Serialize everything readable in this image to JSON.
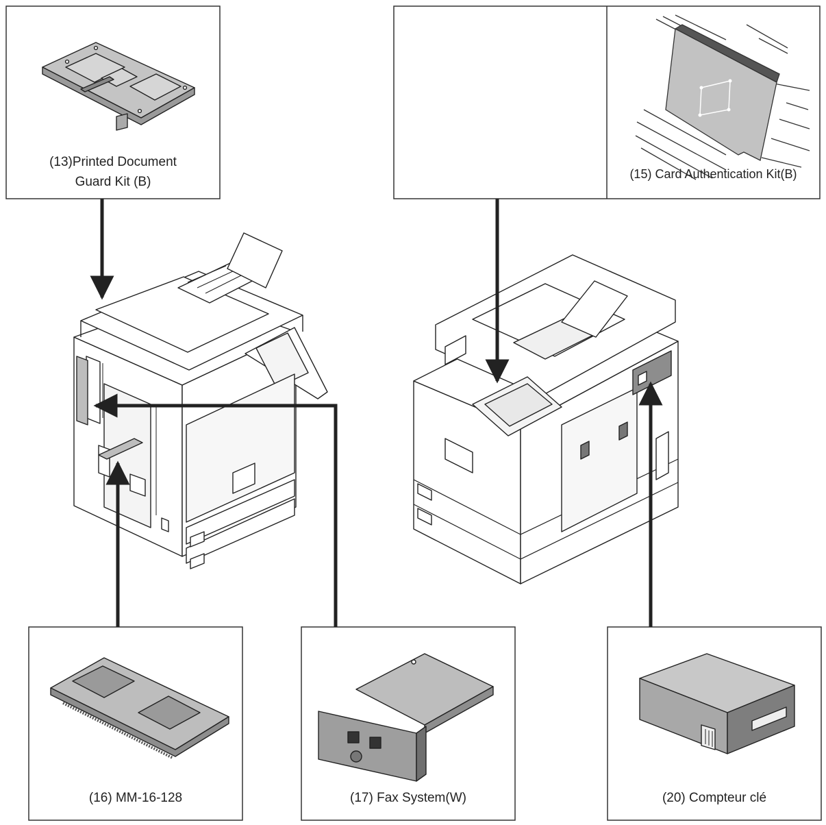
{
  "boxes": {
    "printed_document_guard_kit": {
      "line1": "(13)Printed Document",
      "line2": "Guard Kit (B)"
    },
    "card_authentication_kit": {
      "label": "(15) Card Authentication Kit(B)"
    },
    "memory_module": {
      "label": "(16) MM-16-128"
    },
    "fax_system": {
      "label": "(17) Fax System(W)"
    },
    "key_counter": {
      "label": "(20) Compteur clé"
    }
  },
  "colors": {
    "line": "#222222",
    "fill_grey": "#bdbdbd",
    "fill_dark": "#8a8a8a",
    "background": "#ffffff"
  }
}
